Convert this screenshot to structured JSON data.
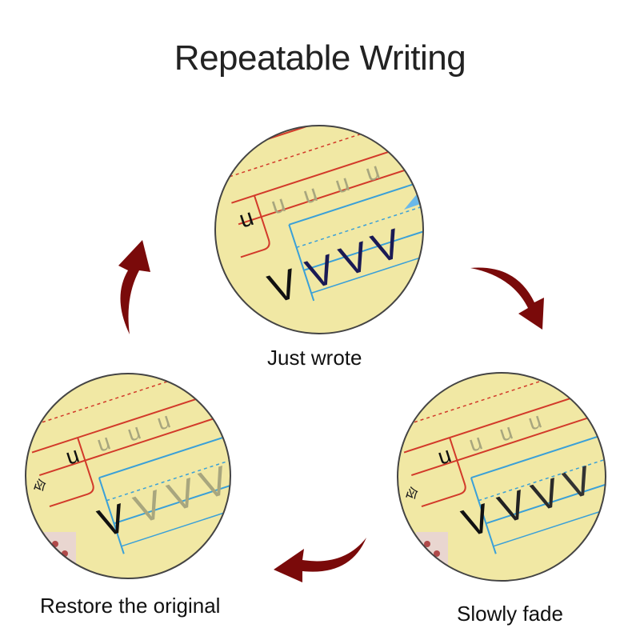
{
  "title": "Repeatable Writing",
  "steps": [
    {
      "label": "Just wrote"
    },
    {
      "label": "Slowly fade"
    },
    {
      "label": "Restore the original"
    }
  ],
  "practice": {
    "row1_letter": "u",
    "row2_letter": "V",
    "side_char": "令"
  },
  "colors": {
    "arrow": "#7a0a0a",
    "paper": "#f1e8a4",
    "red_line": "#d23a2a",
    "blue_line": "#3aa0d8",
    "ink_dark": "#111111",
    "ink_faint": "#9a9a78"
  }
}
